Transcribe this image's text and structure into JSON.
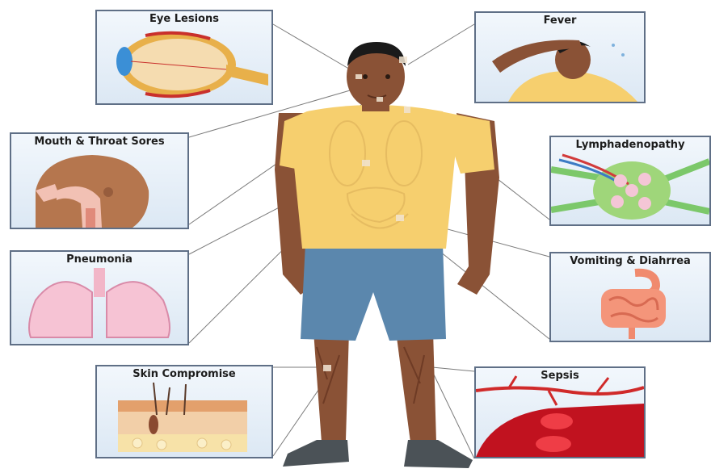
{
  "panels": {
    "eye_lesions": "Eye Lesions",
    "fever": "Fever",
    "mouth_throat": "Mouth & Throat Sores",
    "lymphadenopathy": "Lymphadenopathy",
    "pneumonia": "Pneumonia",
    "vomiting": "Vomiting & Diahrrea",
    "skin": "Skin Compromise",
    "sepsis": "Sepsis"
  },
  "colors": {
    "panel_border": "#5f6f86",
    "shirt": "#f6cf6e",
    "shorts": "#5b87ad",
    "skin": "#8a5236",
    "hair": "#1a1a1a",
    "shoes": "#4b5257"
  },
  "icons": [
    "eye-anatomy",
    "fever-person",
    "throat-anatomy",
    "lymph-node",
    "lungs",
    "intestines",
    "skin-layers",
    "blood-vessel"
  ]
}
